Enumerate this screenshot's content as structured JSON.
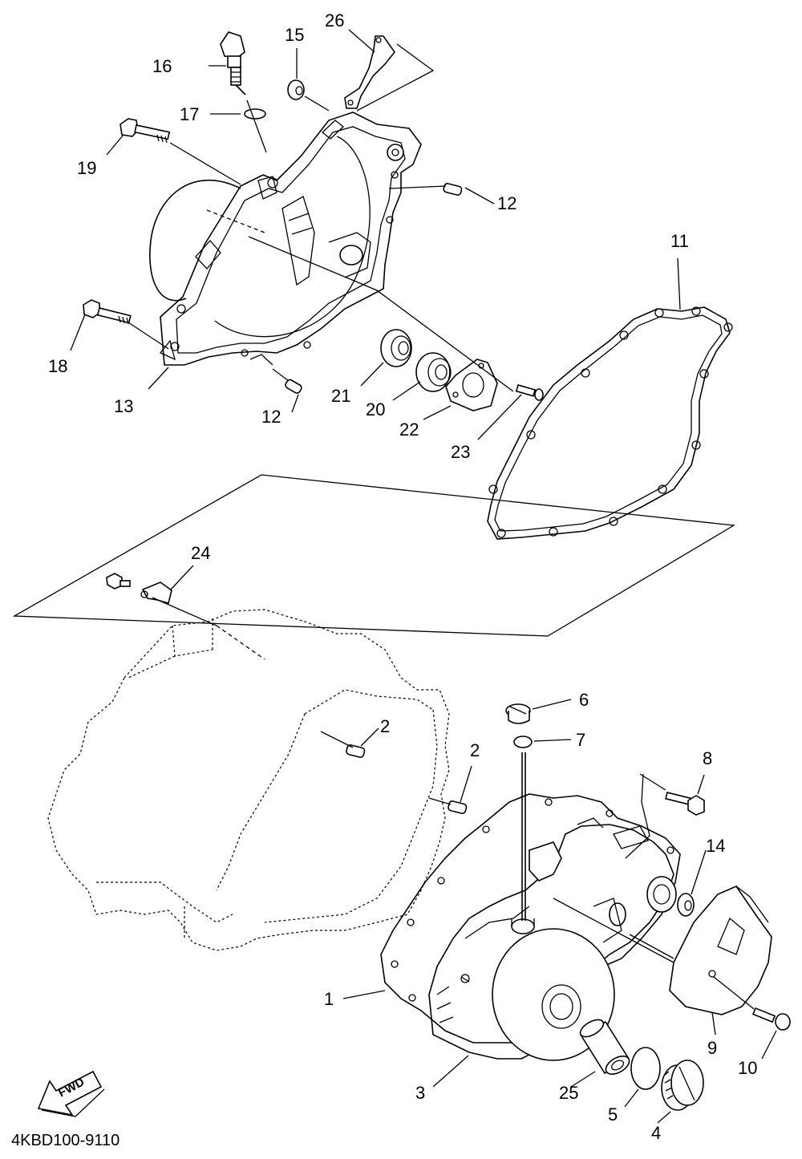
{
  "figure_code": "4KBD100-9110",
  "fwd_label": "FWD",
  "callouts": {
    "c1": "1",
    "c2a": "2",
    "c2b": "2",
    "c3": "3",
    "c4": "4",
    "c5": "5",
    "c6": "6",
    "c7": "7",
    "c8": "8",
    "c9": "9",
    "c10": "10",
    "c11": "11",
    "c12a": "12",
    "c12b": "12",
    "c13": "13",
    "c14": "14",
    "c15": "15",
    "c16": "16",
    "c17": "17",
    "c18": "18",
    "c19": "19",
    "c20": "20",
    "c21": "21",
    "c22": "22",
    "c23": "23",
    "c24": "24",
    "c25": "25",
    "c26": "26"
  }
}
